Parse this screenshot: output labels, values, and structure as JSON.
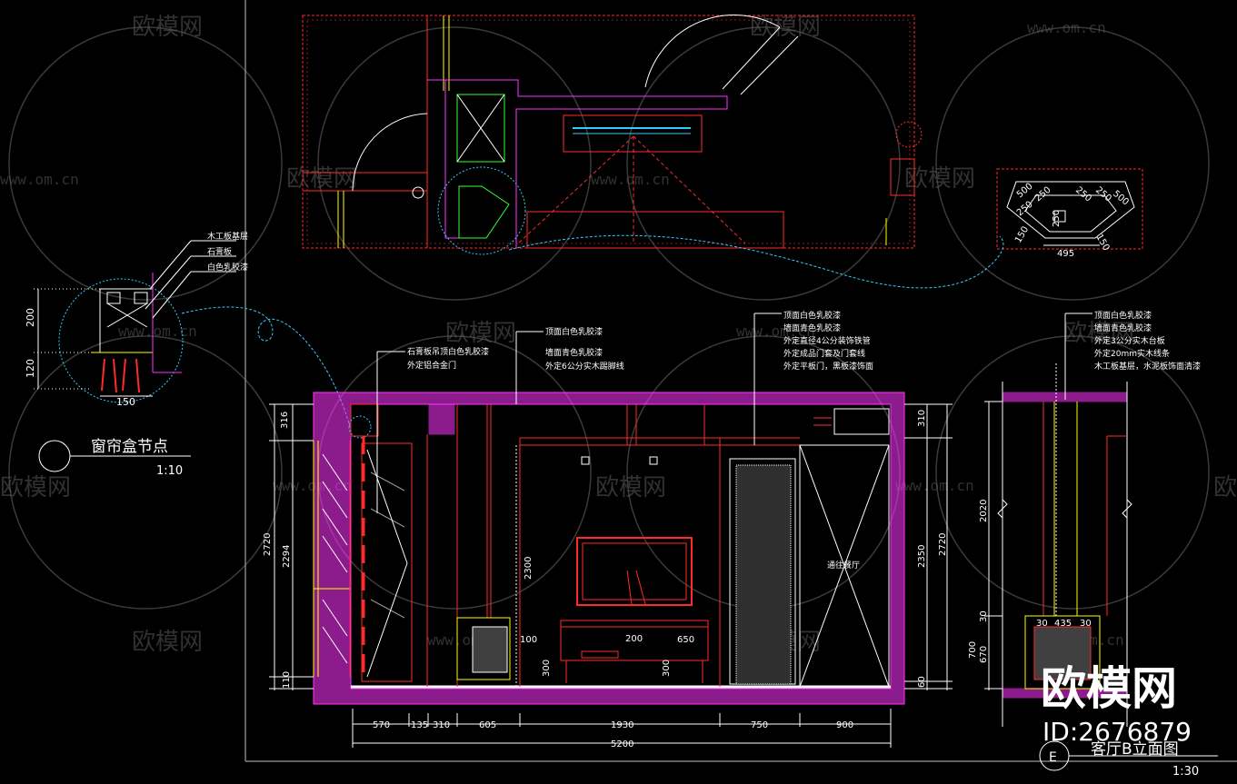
{
  "watermark": {
    "brand": "欧模网",
    "url": "www.om.cn",
    "id": "ID:2676879"
  },
  "colors": {
    "bg": "#000000",
    "red": "#ff2a2a",
    "magenta": "#ff33ff",
    "yellow": "#ffff00",
    "white": "#ffffff",
    "green": "#33ff33",
    "cyan": "#33ccff",
    "gray": "#8c8c8c"
  },
  "curtain_detail": {
    "labels": [
      "木工板基层",
      "石膏板",
      "白色乳胶漆"
    ],
    "dims_v": [
      "200",
      "120"
    ],
    "dim_h": "150",
    "title": "窗帘盒节点",
    "scale": "1:10"
  },
  "corner_detail": {
    "dims": [
      "500",
      "250",
      "250",
      "250",
      "250",
      "500",
      "250",
      "150",
      "150",
      "495"
    ]
  },
  "elevation": {
    "notes_left": [
      "石膏板吊顶白色乳胶漆",
      "外定铝合金门"
    ],
    "notes_mid": [
      "顶面白色乳胶漆",
      "墙面青色乳胶漆",
      "外定6公分实木踢脚线"
    ],
    "notes_right": [
      "顶面白色乳胶漆",
      "墙面青色乳胶漆",
      "外定直径4公分装饰铁管",
      "外定成品门套及门套线",
      "外定平板门，黑板漆饰面"
    ],
    "dims_left": [
      "316",
      "2720",
      "2294",
      "110"
    ],
    "dims_inner": [
      "2300",
      "300",
      "300",
      "200",
      "100",
      "650"
    ],
    "dims_right": [
      "310",
      "2350",
      "2720",
      "60"
    ],
    "dims_bottom": [
      "570",
      "135",
      "310",
      "605",
      "1930",
      "750",
      "900"
    ],
    "total": "5200",
    "passage_label": "通往餐厅",
    "title": "客厅B立面图",
    "scale": "1:30",
    "index": "E"
  },
  "side_elevation": {
    "notes": [
      "顶面白色乳胶漆",
      "墙面青色乳胶漆",
      "外定3公分实木台板",
      "外定20mm实木线条",
      "木工板基层，水泥板饰面清漆"
    ],
    "dims": [
      "2020",
      "30",
      "700",
      "670"
    ],
    "small_dims": [
      "30",
      "435",
      "30"
    ]
  }
}
